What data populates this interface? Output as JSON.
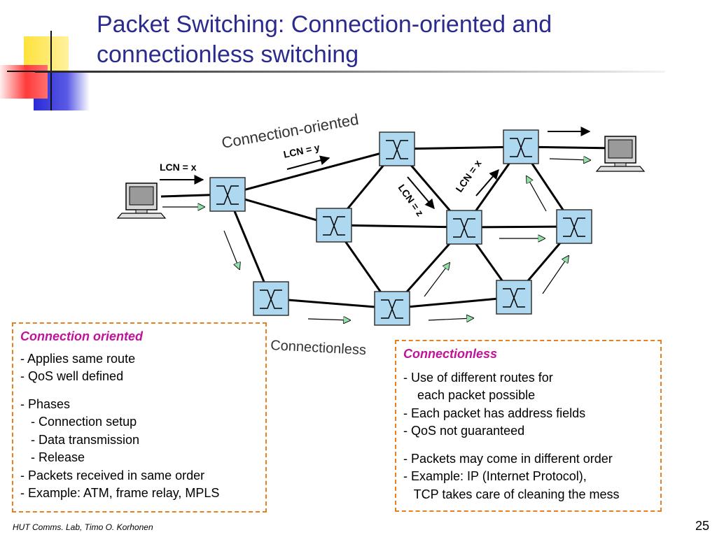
{
  "slide": {
    "title_line1": "Packet Switching: Connection-oriented and",
    "title_line2": "connectionless switching",
    "footer_credit": "HUT Comms. Lab, Timo O. Korhonen",
    "page_number": "25"
  },
  "diagram": {
    "label_connection_oriented": "Connection-oriented",
    "label_connectionless": "Connectionless",
    "lcn_x_left": "LCN = x",
    "lcn_y": "LCN = y",
    "lcn_z": "LCN = z",
    "lcn_x_right": "LCN = x",
    "node_color": "#add8f0",
    "arrow_fill": "#90e0a8"
  },
  "box_connection_oriented": {
    "heading": "Connection oriented",
    "lines": [
      "- Applies same route",
      "- QoS well defined",
      "",
      "- Phases",
      "   - Connection setup",
      "   - Data transmission",
      "   - Release",
      "- Packets received in same order",
      "- Example: ATM, frame relay, MPLS"
    ]
  },
  "box_connectionless": {
    "heading": "Connectionless",
    "lines": [
      "- Use of different routes for",
      "    each packet possible",
      "- Each packet has address fields",
      "- QoS not guaranteed",
      "",
      "- Packets may come in different order",
      "- Example: IP (Internet Protocol),",
      "   TCP takes care of cleaning the mess"
    ]
  }
}
